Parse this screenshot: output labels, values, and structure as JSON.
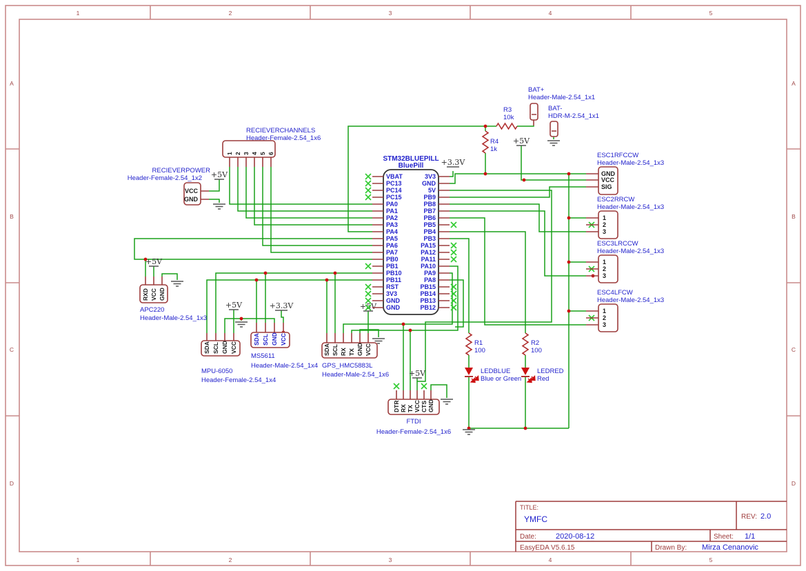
{
  "frame": {
    "columns": [
      "1",
      "2",
      "3",
      "4",
      "5"
    ],
    "rows": [
      "A",
      "B",
      "C",
      "D"
    ]
  },
  "title_block": {
    "title_label": "TITLE:",
    "title": "YMFC",
    "rev_label": "REV:",
    "rev": "2.0",
    "date_label": "Date:",
    "date": "2020-08-12",
    "sheet_label": "Sheet:",
    "sheet": "1/1",
    "software": "EasyEDA V5.6.15",
    "drawn_by_label": "Drawn By:",
    "drawn_by": "Mirza Cenanovic"
  },
  "power": {
    "v5": "+5V",
    "v33": "+3.3V"
  },
  "chip": {
    "name": "STM32BLUEPILL",
    "alias": "BluePill",
    "left_pins": [
      "VBAT",
      "PC13",
      "PC14",
      "PC15",
      "PA0",
      "PA1",
      "PA2",
      "PA3",
      "PA4",
      "PA5",
      "PA6",
      "PA7",
      "PB0",
      "PB1",
      "PB10",
      "PB11",
      "RST",
      "3V3",
      "GND",
      "GND"
    ],
    "right_pins": [
      "3V3",
      "GND",
      "5V",
      "PB9",
      "PB8",
      "PB7",
      "PB6",
      "PB5",
      "PB4",
      "PB3",
      "PA15",
      "PA12",
      "PA11",
      "PA10",
      "PA9",
      "PA8",
      "PB15",
      "PB14",
      "PB13",
      "PB12"
    ]
  },
  "headers": {
    "reciever_channels": {
      "name": "RECIEVERCHANNELS",
      "footprint": "Header-Female-2.54_1x6",
      "pins": [
        "1",
        "2",
        "3",
        "4",
        "5",
        "6"
      ]
    },
    "reciever_power": {
      "name": "RECIEVERPOWER",
      "footprint": "Header-Female-2.54_1x2",
      "pins": [
        "VCC",
        "GND"
      ]
    },
    "apc220": {
      "name": "APC220",
      "footprint": "Header-Male-2.54_1x3",
      "pins": [
        "RXD",
        "VCC",
        "GND"
      ]
    },
    "mpu6050": {
      "name": "MPU-6050",
      "footprint": "Header-Female-2.54_1x4",
      "pins": [
        "SDA",
        "SCL",
        "GND",
        "VCC"
      ]
    },
    "ms5611": {
      "name": "MS5611",
      "footprint": "Header-Male-2.54_1x4",
      "pins": [
        "SDA",
        "SCL",
        "GND",
        "VCC"
      ]
    },
    "gps": {
      "name": "GPS_HMC5883L",
      "footprint": "Header-Male-2.54_1x6",
      "pins": [
        "SDA",
        "SCL",
        "RX",
        "TX",
        "GND",
        "VCC"
      ]
    },
    "ftdi": {
      "name": "FTDI",
      "footprint": "Header-Female-2.54_1x6",
      "pins": [
        "DTR",
        "RX",
        "TX",
        "VCC",
        "CTS",
        "GND"
      ]
    },
    "esc1": {
      "name": "ESC1RFCCW",
      "footprint": "Header-Male-2.54_1x3",
      "pins": [
        "GND",
        "VCC",
        "SIG"
      ]
    },
    "esc2": {
      "name": "ESC2RRCW",
      "footprint": "Header-Male-2.54_1x3",
      "pins": [
        "1",
        "2",
        "3"
      ]
    },
    "esc3": {
      "name": "ESC3LRCCW",
      "footprint": "Header-Male-2.54_1x3",
      "pins": [
        "1",
        "2",
        "3"
      ]
    },
    "esc4": {
      "name": "ESC4LFCW",
      "footprint": "Header-Male-2.54_1x3",
      "pins": [
        "1",
        "2",
        "3"
      ]
    },
    "bat_plus": {
      "name": "BAT+",
      "footprint": "Header-Male-2.54_1x1"
    },
    "bat_minus": {
      "name": "BAT-",
      "footprint": "HDR-M-2.54_1x1"
    }
  },
  "resistors": [
    {
      "ref": "R1",
      "value": "100"
    },
    {
      "ref": "R2",
      "value": "100"
    },
    {
      "ref": "R3",
      "value": "10k"
    },
    {
      "ref": "R4",
      "value": "1k"
    }
  ],
  "leds": [
    {
      "ref": "LEDBLUE",
      "desc": "Blue or Green"
    },
    {
      "ref": "LEDRED",
      "desc": "Red"
    }
  ]
}
